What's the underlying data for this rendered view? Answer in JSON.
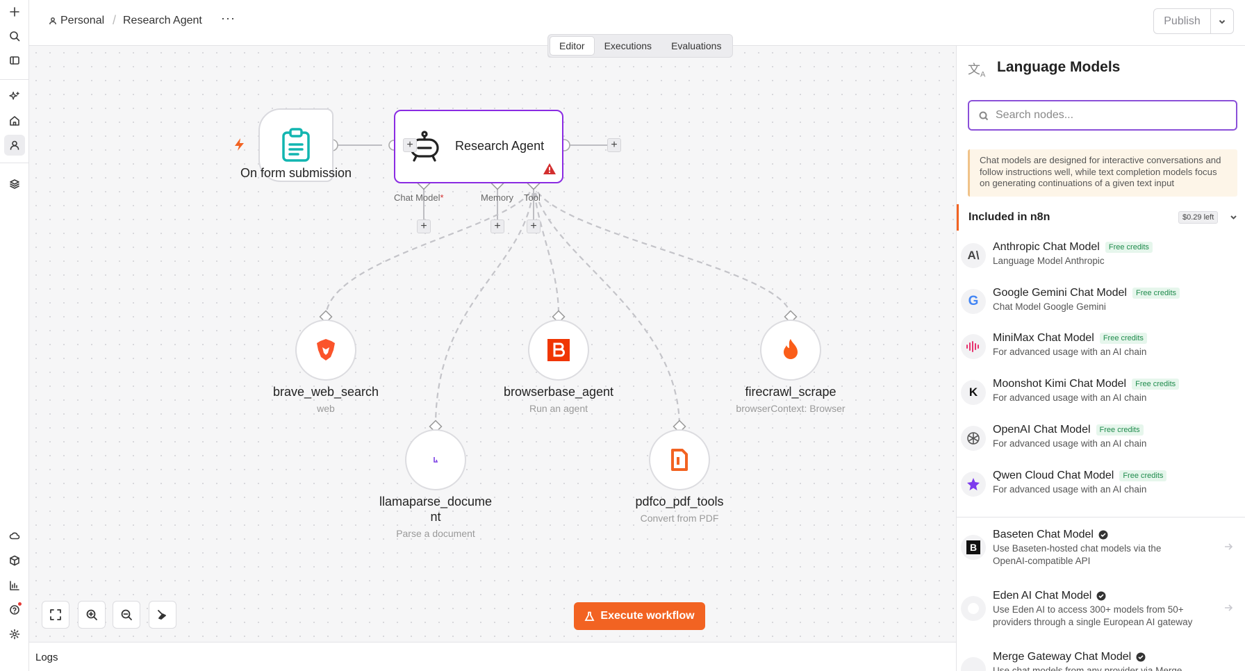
{
  "breadcrumb": {
    "project": "Personal",
    "workflow": "Research Agent",
    "more": "···"
  },
  "header": {
    "publish_label": "Publish"
  },
  "tabs": [
    "Editor",
    "Executions",
    "Evaluations"
  ],
  "nodes": {
    "trigger": {
      "label": "On form submission"
    },
    "agent": {
      "label": "Research Agent",
      "ports": {
        "chat_model": "Chat Model",
        "required_mark": "*",
        "memory": "Memory",
        "tool": "Tool"
      }
    },
    "tools": [
      {
        "label": "brave_web_search",
        "sub": "web"
      },
      {
        "label": "browserbase_agent",
        "sub": "Run an agent"
      },
      {
        "label": "firecrawl_scrape",
        "sub": "browserContext: Browser"
      },
      {
        "label": "llamaparse_document",
        "sub": "Parse a document",
        "line1": "llamaparse_docume",
        "line2": "nt"
      },
      {
        "label": "pdfco_pdf_tools",
        "sub": "Convert from PDF"
      }
    ]
  },
  "execute_label": "Execute workflow",
  "logs_label": "Logs",
  "panel": {
    "title": "Language Models",
    "search_placeholder": "Search nodes...",
    "callout": "Chat models are designed for interactive conversations and follow instructions well, while text completion models focus on generating continuations of a given text input",
    "section_title": "Included in n8n",
    "section_badge": "$0.29 left",
    "free_label": "Free credits",
    "models": [
      {
        "name": "Anthropic Chat Model",
        "desc": "Language Model Anthropic"
      },
      {
        "name": "Google Gemini Chat Model",
        "desc": "Chat Model Google Gemini"
      },
      {
        "name": "MiniMax Chat Model",
        "desc": "For advanced usage with an AI chain"
      },
      {
        "name": "Moonshot Kimi Chat Model",
        "desc": "For advanced usage with an AI chain"
      },
      {
        "name": "OpenAI Chat Model",
        "desc": "For advanced usage with an AI chain"
      },
      {
        "name": "Qwen Cloud Chat Model",
        "desc": "For advanced usage with an AI chain"
      }
    ],
    "other_models": [
      {
        "name": "Baseten Chat Model",
        "desc1": "Use Baseten-hosted chat models via the",
        "desc2": "OpenAI-compatible API"
      },
      {
        "name": "Eden AI Chat Model",
        "desc1": "Use Eden AI to access 300+ models from 50+",
        "desc2": "providers through a single European AI gateway"
      },
      {
        "name": "Merge Gateway Chat Model",
        "desc1": "Use chat models from any provider via Merge"
      }
    ]
  },
  "colors": {
    "accent": "#f26322",
    "agent_border": "#8a2be2",
    "trigger_icon": "#12b5b0",
    "free_bg": "#e6f6ec",
    "free_text": "#1f8b4c"
  },
  "icons": [
    "plus-icon",
    "search-icon",
    "sidebar-icon",
    "sparkle-icon",
    "home-icon",
    "user-icon",
    "layers-icon",
    "cloud-icon",
    "cube-icon",
    "chart-icon",
    "help-icon",
    "gear-icon"
  ]
}
